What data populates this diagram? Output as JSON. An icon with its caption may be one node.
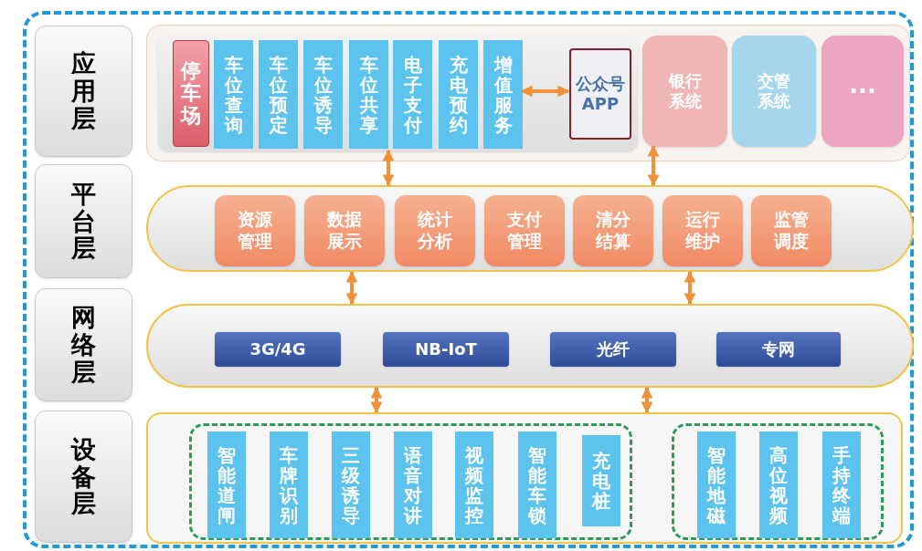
{
  "diagram": {
    "nodes": [
      {
        "text": [
          "应用层"
        ]
      },
      {
        "text": [
          "平台层"
        ]
      },
      {
        "text": [
          "网络层"
        ]
      },
      {
        "text": [
          "设备层"
        ]
      },
      {
        "text": [],
        "shape": "box"
      },
      {
        "text": [],
        "shape": "box",
        "in": 4
      },
      {
        "text": [
          "停车场"
        ],
        "in": 5
      },
      {
        "text": [
          "车位查询"
        ],
        "in": 5
      },
      {
        "text": [
          "车位预定"
        ],
        "in": 5
      },
      {
        "text": [
          "车位诱导"
        ],
        "in": 5
      },
      {
        "text": [
          "车位共享"
        ],
        "in": 5
      },
      {
        "text": [
          "电子支付"
        ],
        "in": 5
      },
      {
        "text": [
          "充电预约"
        ],
        "in": 5
      },
      {
        "text": [
          "增值服务"
        ],
        "in": 5
      },
      {
        "text": [
          "公众号APP"
        ],
        "in": 5
      },
      {
        "text": [
          "银行系统"
        ],
        "in": 4
      },
      {
        "text": [
          "交管系统"
        ],
        "in": 4
      },
      {
        "text": [
          "···"
        ],
        "in": 4
      },
      {
        "text": [],
        "shape": "box"
      },
      {
        "text": [
          "资源管理"
        ],
        "in": 18
      },
      {
        "text": [
          "数据展示"
        ],
        "in": 18
      },
      {
        "text": [
          "统计分析"
        ],
        "in": 18
      },
      {
        "text": [
          "支付管理"
        ],
        "in": 18
      },
      {
        "text": [
          "清分结算"
        ],
        "in": 18
      },
      {
        "text": [
          "运行维护"
        ],
        "in": 18
      },
      {
        "text": [
          "监管调度"
        ],
        "in": 18
      },
      {
        "text": [],
        "shape": "box"
      },
      {
        "text": [
          "3G/4G"
        ],
        "in": 26
      },
      {
        "text": [
          "NB-IoT"
        ],
        "in": 26
      },
      {
        "text": [
          "光纤"
        ],
        "in": 26
      },
      {
        "text": [
          "专网"
        ],
        "in": 26
      },
      {
        "text": [],
        "shape": "box"
      },
      {
        "text": [],
        "shape": "box",
        "in": 31
      },
      {
        "text": [
          "智能道闸"
        ],
        "in": 32
      },
      {
        "text": [
          "车牌识别"
        ],
        "in": 32
      },
      {
        "text": [
          "三级诱导"
        ],
        "in": 32
      },
      {
        "text": [
          "语音对讲"
        ],
        "in": 32
      },
      {
        "text": [
          "视频监控"
        ],
        "in": 32
      },
      {
        "text": [
          "智能车锁"
        ],
        "in": 32
      },
      {
        "text": [
          "充电桩"
        ],
        "in": 32
      },
      {
        "text": [],
        "shape": "box",
        "in": 31
      },
      {
        "text": [
          "智能地磁"
        ],
        "in": 40
      },
      {
        "text": [
          "高位视频"
        ],
        "in": 40
      },
      {
        "text": [
          "手持终端"
        ],
        "in": 40
      }
    ],
    "edges": [
      {
        "from": 13,
        "to": 14,
        "arrow": "both"
      },
      {
        "from": 18,
        "to": 5,
        "arrow": "both"
      },
      {
        "from": 18,
        "to": 15,
        "arrow": "both"
      },
      {
        "from": 26,
        "to": 18,
        "arrow": "both"
      },
      {
        "from": 26,
        "to": 18,
        "arrow": "both"
      },
      {
        "from": 31,
        "to": 26,
        "arrow": "both"
      },
      {
        "from": 31,
        "to": 26,
        "arrow": "both"
      }
    ]
  }
}
